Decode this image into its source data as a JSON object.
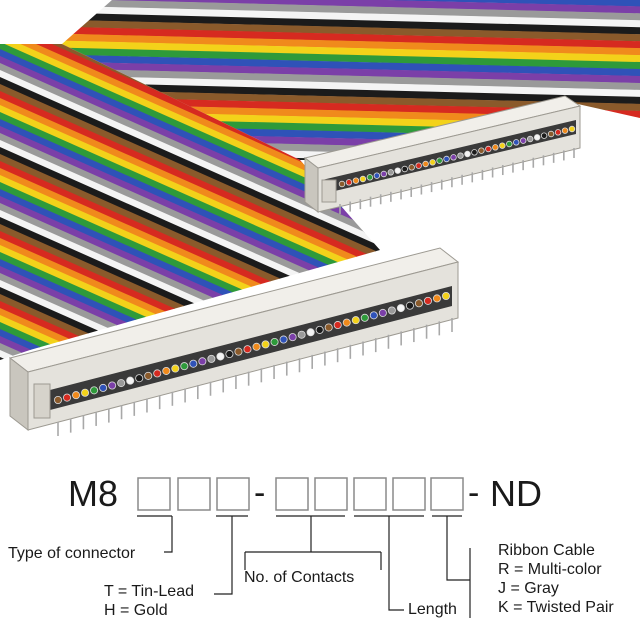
{
  "code": {
    "prefix": "M8",
    "dash1": "-",
    "dash2": "-",
    "suffix": "ND"
  },
  "labels": {
    "type_of_connector": "Type of connector",
    "plating_tin": "T = Tin-Lead",
    "plating_gold": "H = Gold",
    "contacts": "No. of Contacts",
    "length": "Length",
    "ribbon_title": "Ribbon Cable",
    "ribbon_r": "R = Multi-color",
    "ribbon_j": "J = Gray",
    "ribbon_k": "K = Twisted Pair"
  },
  "colors": {
    "wires": [
      "#8a5a2b",
      "#d62a20",
      "#f08a1c",
      "#f3d21a",
      "#2e9a3a",
      "#2f52b8",
      "#7b3fa8",
      "#9a9a9a",
      "#f4f4f4",
      "#1b1b1b"
    ],
    "connector_body": "#e4e2dc",
    "connector_shade": "#bdbab2",
    "pin": "#a8a8a8",
    "box_stroke": "#8a8a8a",
    "line": "#222222"
  },
  "icons": {
    "cable": "ribbon-cable-illustration",
    "connector": "idc-connector-illustration"
  }
}
